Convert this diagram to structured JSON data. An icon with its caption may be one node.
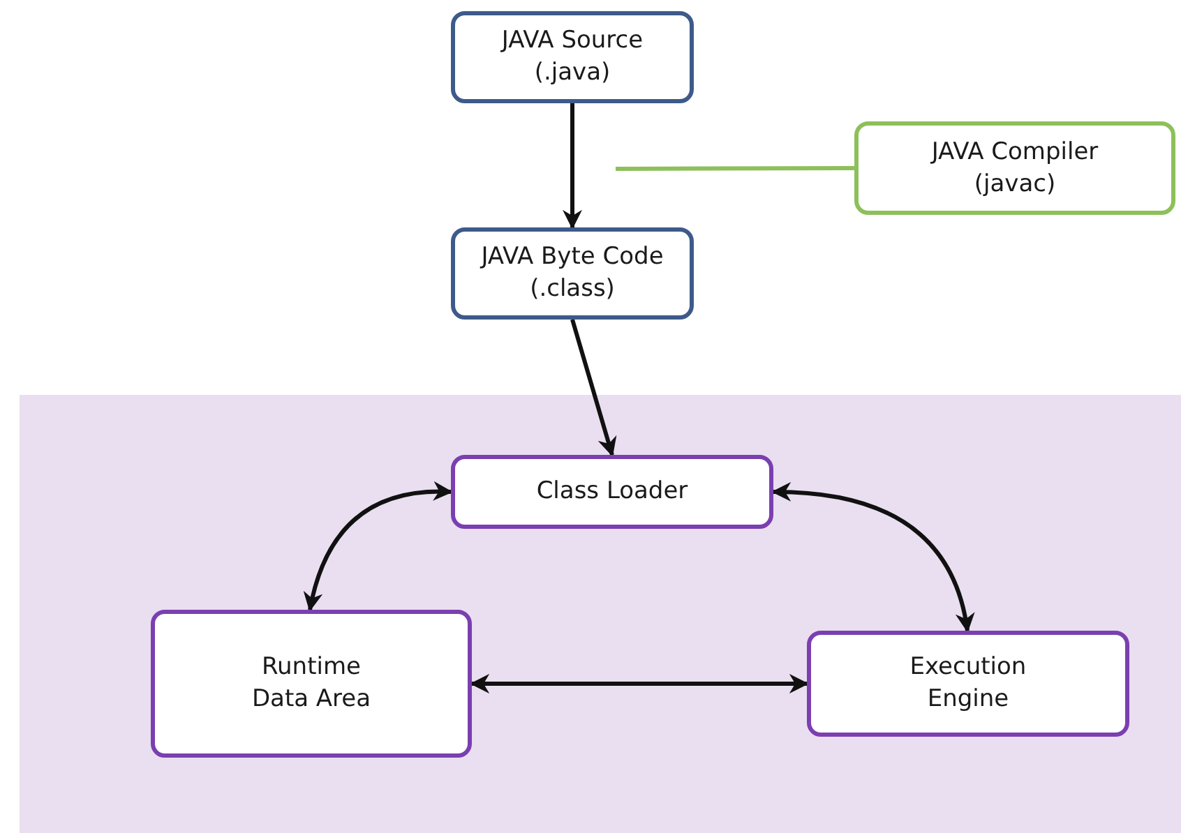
{
  "diagram": {
    "nodes": [
      {
        "text": [
          "JAVA Source",
          "(.java)"
        ]
      },
      {
        "text": [
          "JAVA Compiler",
          "(javac)"
        ]
      },
      {
        "text": [
          "JAVA Byte Code",
          "(.class)"
        ]
      },
      {
        "text": [
          "Class Loader"
        ]
      },
      {
        "text": [
          "Runtime Data Area"
        ]
      },
      {
        "text": [
          "Execution Engine"
        ]
      }
    ],
    "edges": [
      {
        "from": 0,
        "to": 2,
        "arrow": "to"
      },
      {
        "from": 1,
        "to": null,
        "arrow": "none",
        "color": "#8dc05a"
      },
      {
        "from": 2,
        "to": 3,
        "arrow": "to"
      },
      {
        "from": 3,
        "to": 4,
        "arrow": "both"
      },
      {
        "from": 3,
        "to": 5,
        "arrow": "both"
      },
      {
        "from": 4,
        "to": 5,
        "arrow": "both"
      }
    ]
  }
}
